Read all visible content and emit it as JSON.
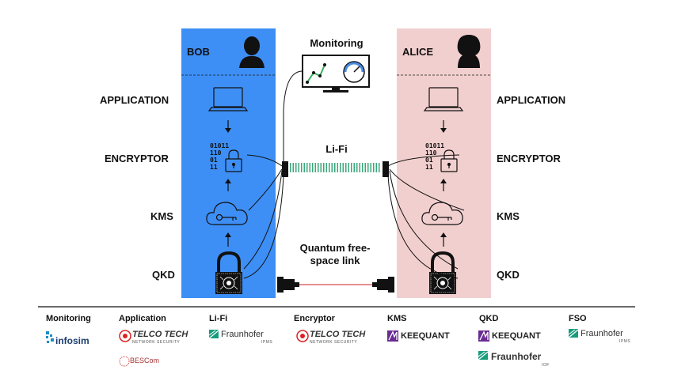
{
  "diagram": {
    "bob_label": "BOB",
    "alice_label": "ALICE",
    "monitoring_label": "Monitoring",
    "lifi_label": "Li-Fi",
    "quantum_label_line1": "Quantum free-",
    "quantum_label_line2": "space link",
    "rows": {
      "application": "APPLICATION",
      "encryptor": "ENCRYPTOR",
      "kms": "KMS",
      "qkd": "QKD"
    },
    "binary": [
      "01011",
      "110",
      "01",
      "11"
    ],
    "colors": {
      "bob_panel": "#3d8ff5",
      "alice_panel": "#f2cfcf",
      "quantum_link": "#e06a6a",
      "lifi_beam": "#3aa77a"
    }
  },
  "legend": {
    "headers": [
      "Monitoring",
      "Application",
      "Li-Fi",
      "Encryptor",
      "KMS",
      "QKD",
      "FSO"
    ],
    "logos": {
      "infosim": "infosim",
      "telcotech": "TELCO TECH",
      "telcotech_sub": "NETWORK SECURITY",
      "bescom": "BESCom",
      "fraunhofer": "Fraunhofer",
      "fraunhofer_ipms": "IPMS",
      "fraunhofer_iof": "IOF",
      "keequant": "KEEQUANT"
    }
  }
}
